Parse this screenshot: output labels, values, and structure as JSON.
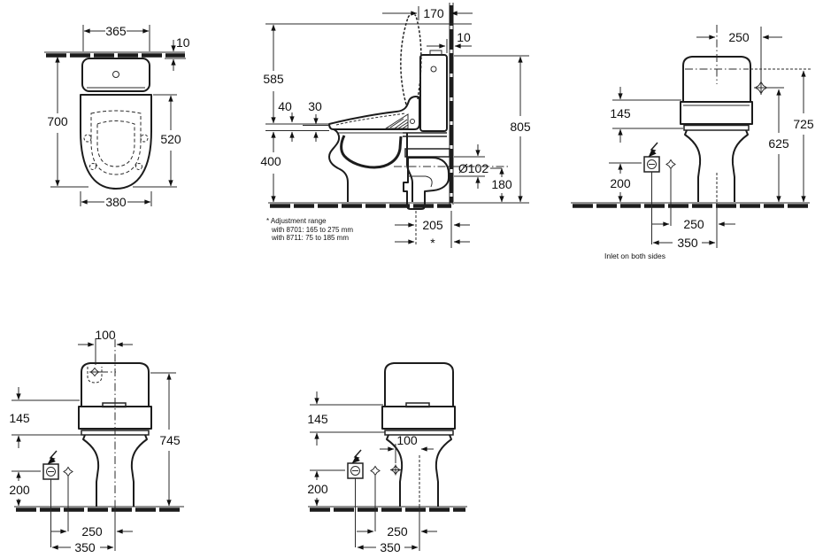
{
  "views": {
    "top": {
      "width_top": "365",
      "offset_wall": "10",
      "depth": "700",
      "depth_seat": "520",
      "width_bowl": "380"
    },
    "side": {
      "lid_wall": "170",
      "offset_wall": "10",
      "height_lid": "585",
      "seat_t1": "40",
      "seat_t2": "30",
      "height_rim": "400",
      "height_total": "805",
      "outlet_dia": "Ø102",
      "outlet_height": "180",
      "outlet_wall": "205",
      "footnote_ref": "*"
    },
    "rear_inlet": {
      "inlet_offset": "250",
      "band_height": "145",
      "height_total": "725",
      "inlet_height": "625",
      "socket_height": "200",
      "offset_250": "250",
      "offset_350": "350",
      "caption": "Inlet on both sides"
    },
    "front": {
      "top_offset": "100",
      "band_height": "145",
      "height_total": "745",
      "socket_height": "200",
      "offset_250": "250",
      "offset_350": "350"
    },
    "rear": {
      "band_height": "145",
      "center_offset": "100",
      "socket_height": "200",
      "offset_250": "250",
      "offset_350": "350"
    }
  },
  "footnote": {
    "l1": "* Adjustment range",
    "l2": "with 8701: 165 to 275 mm",
    "l3": "with 8711:   75 to 185 mm"
  }
}
